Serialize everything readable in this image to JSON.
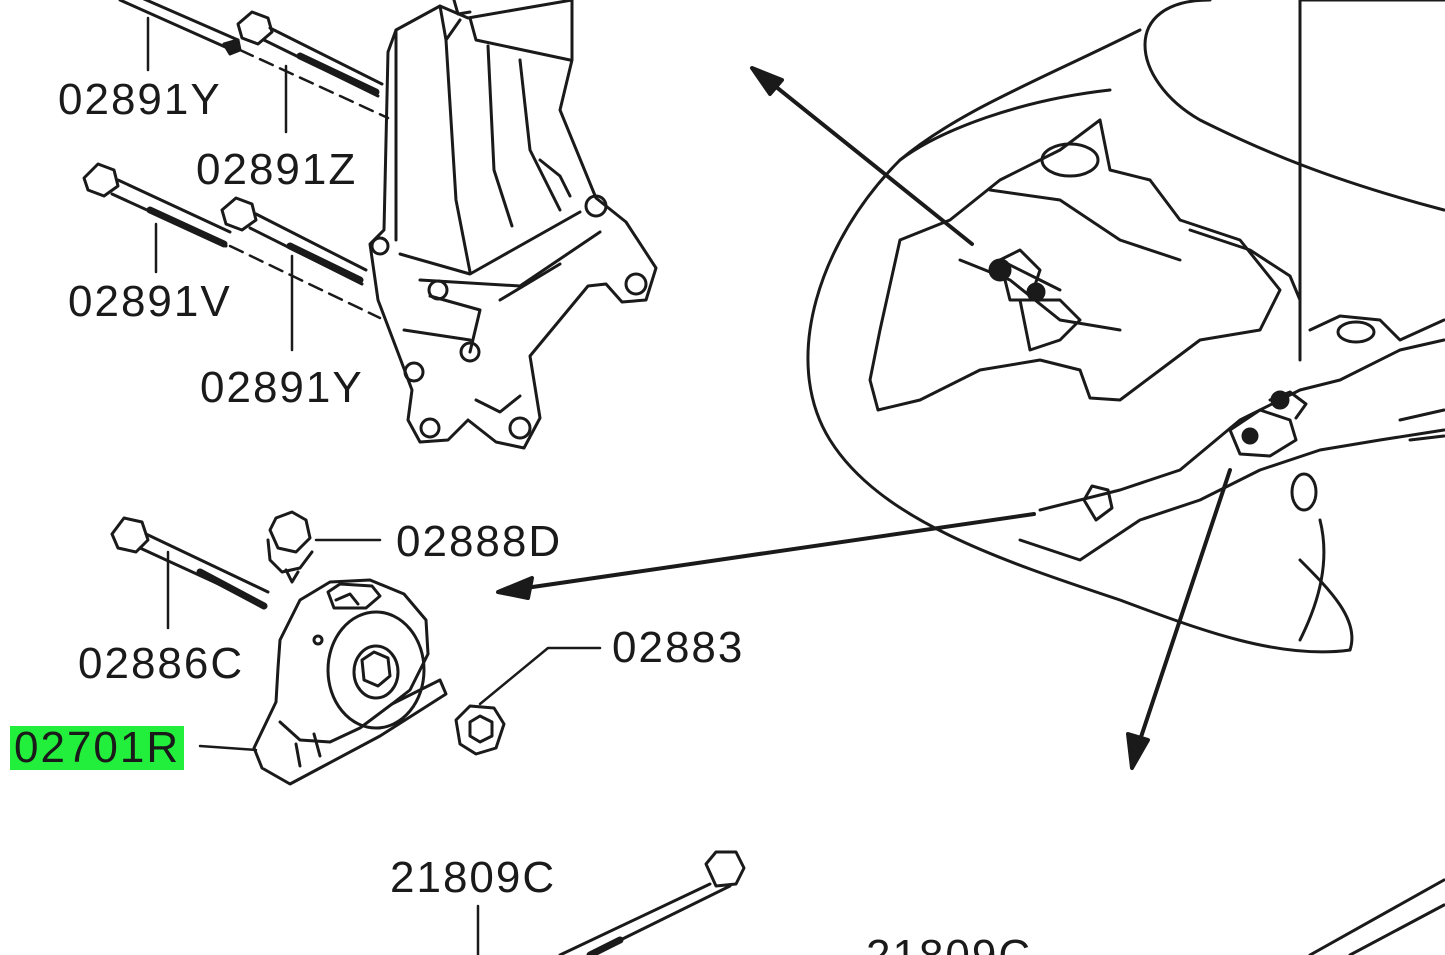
{
  "diagram": {
    "labels": {
      "bolt_1": "02891Y",
      "bolt_2": "02891Z",
      "bolt_3": "02891V",
      "bolt_4": "02891Y",
      "nut_top": "02888D",
      "bolt_long": "02886C",
      "nut": "02883",
      "mount": "02701R",
      "bolt_bottom": "21809C",
      "bolt_bottom_right": "21809C"
    },
    "highlight_color": "#22ee3c",
    "line_color": "#1a1a1a"
  }
}
